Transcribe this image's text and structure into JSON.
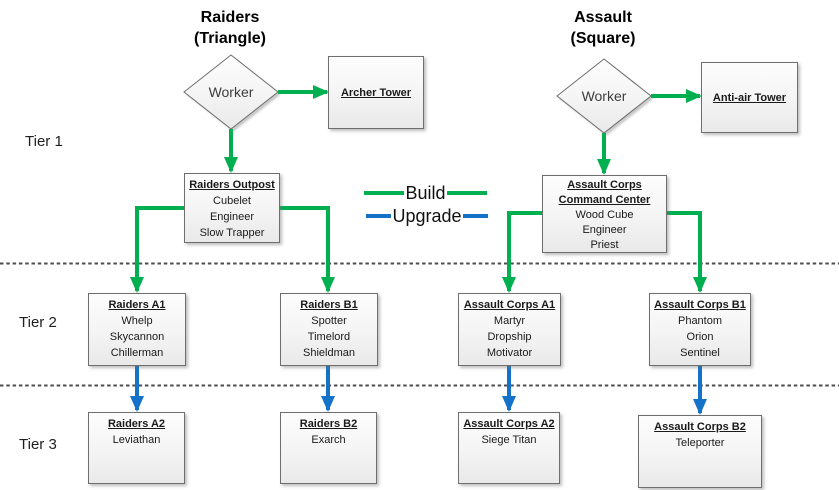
{
  "diagram": {
    "factions": {
      "left": {
        "name": "Raiders",
        "subtitle": "(Triangle)"
      },
      "right": {
        "name": "Assault",
        "subtitle": "(Square)"
      }
    },
    "tier_labels": [
      "Tier 1",
      "Tier 2",
      "Tier 3"
    ],
    "workers": {
      "left": "Worker",
      "right": "Worker"
    },
    "legend": {
      "build_label": "Build",
      "upgrade_label": "Upgrade",
      "build_color": "#00B050",
      "upgrade_color": "#1473C8"
    },
    "separator_color": "#4D4D4D",
    "boxes": {
      "archer_tower": {
        "title": "Archer Tower"
      },
      "antiair_tower": {
        "title": "Anti-air Tower"
      },
      "raiders_outpost": {
        "title": "Raiders Outpost",
        "items": [
          "Cubelet",
          "Engineer",
          "Slow Trapper"
        ]
      },
      "assault_command_center": {
        "title": "Assault Corps Command Center",
        "items": [
          "Wood Cube",
          "Engineer",
          "Priest"
        ]
      },
      "raiders_a1": {
        "title": "Raiders A1",
        "items": [
          "Whelp",
          "Skycannon",
          "Chillerman"
        ]
      },
      "raiders_b1": {
        "title": "Raiders B1",
        "items": [
          "Spotter",
          "Timelord",
          "Shieldman"
        ]
      },
      "assault_a1": {
        "title": "Assault Corps A1",
        "items": [
          "Martyr",
          "Dropship",
          "Motivator"
        ]
      },
      "assault_b1": {
        "title": "Assault Corps B1",
        "items": [
          "Phantom",
          "Orion",
          "Sentinel"
        ]
      },
      "raiders_a2": {
        "title": "Raiders A2",
        "items": [
          "Leviathan"
        ]
      },
      "raiders_b2": {
        "title": "Raiders B2",
        "items": [
          "Exarch"
        ]
      },
      "assault_a2": {
        "title": "Assault Corps A2",
        "items": [
          "Siege Titan"
        ]
      },
      "assault_b2": {
        "title": "Assault Corps B2",
        "items": [
          "Teleporter"
        ]
      }
    }
  }
}
